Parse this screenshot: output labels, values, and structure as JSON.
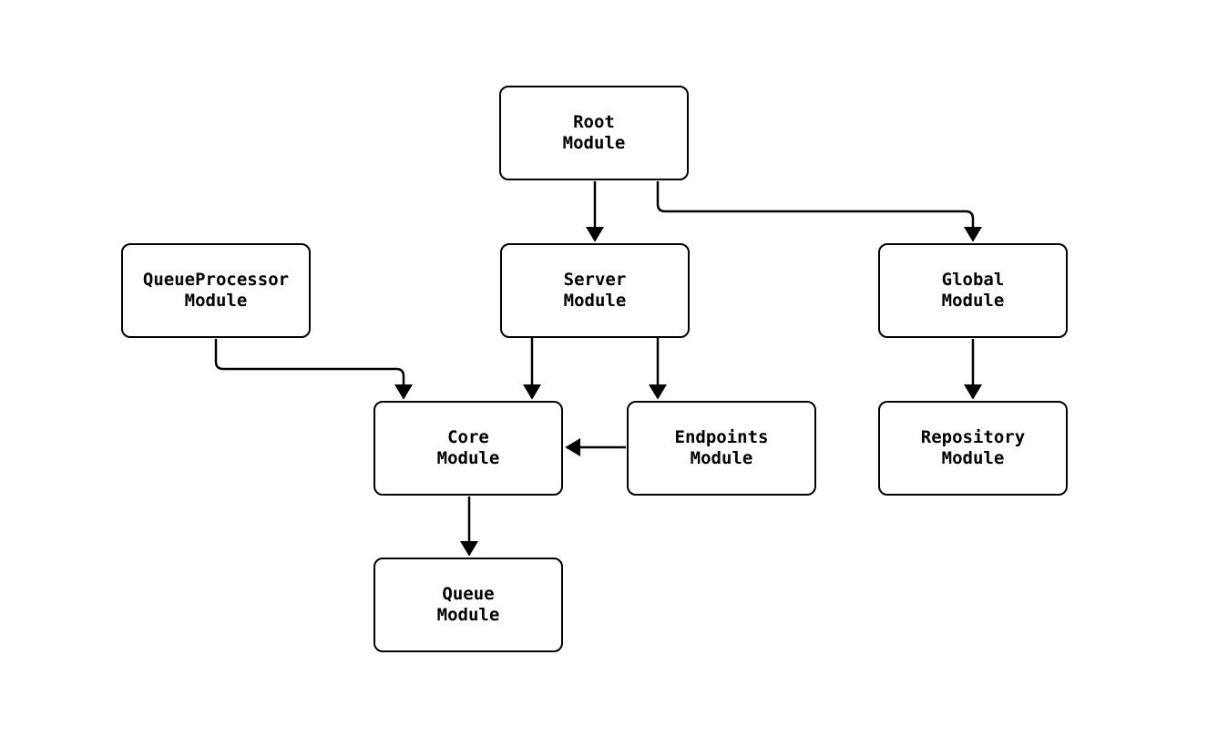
{
  "diagram": {
    "nodes": {
      "root": {
        "label": "Root\nModule"
      },
      "queueprocessor": {
        "label": "QueueProcessor\nModule"
      },
      "server": {
        "label": "Server\nModule"
      },
      "global": {
        "label": "Global\nModule"
      },
      "core": {
        "label": "Core\nModule"
      },
      "endpoints": {
        "label": "Endpoints\nModule"
      },
      "repository": {
        "label": "Repository\nModule"
      },
      "queue": {
        "label": "Queue\nModule"
      }
    },
    "edges": [
      {
        "from": "Root Module",
        "to": "Server Module"
      },
      {
        "from": "Root Module",
        "to": "Global Module"
      },
      {
        "from": "QueueProcessor Module",
        "to": "Core Module"
      },
      {
        "from": "Server Module",
        "to": "Core Module"
      },
      {
        "from": "Server Module",
        "to": "Endpoints Module"
      },
      {
        "from": "Global Module",
        "to": "Repository Module"
      },
      {
        "from": "Endpoints Module",
        "to": "Core Module"
      },
      {
        "from": "Core Module",
        "to": "Queue Module"
      }
    ],
    "colors": {
      "background": "#ffffff",
      "node_fill": "#ffffff",
      "stroke": "#000000",
      "text": "#000000"
    }
  }
}
